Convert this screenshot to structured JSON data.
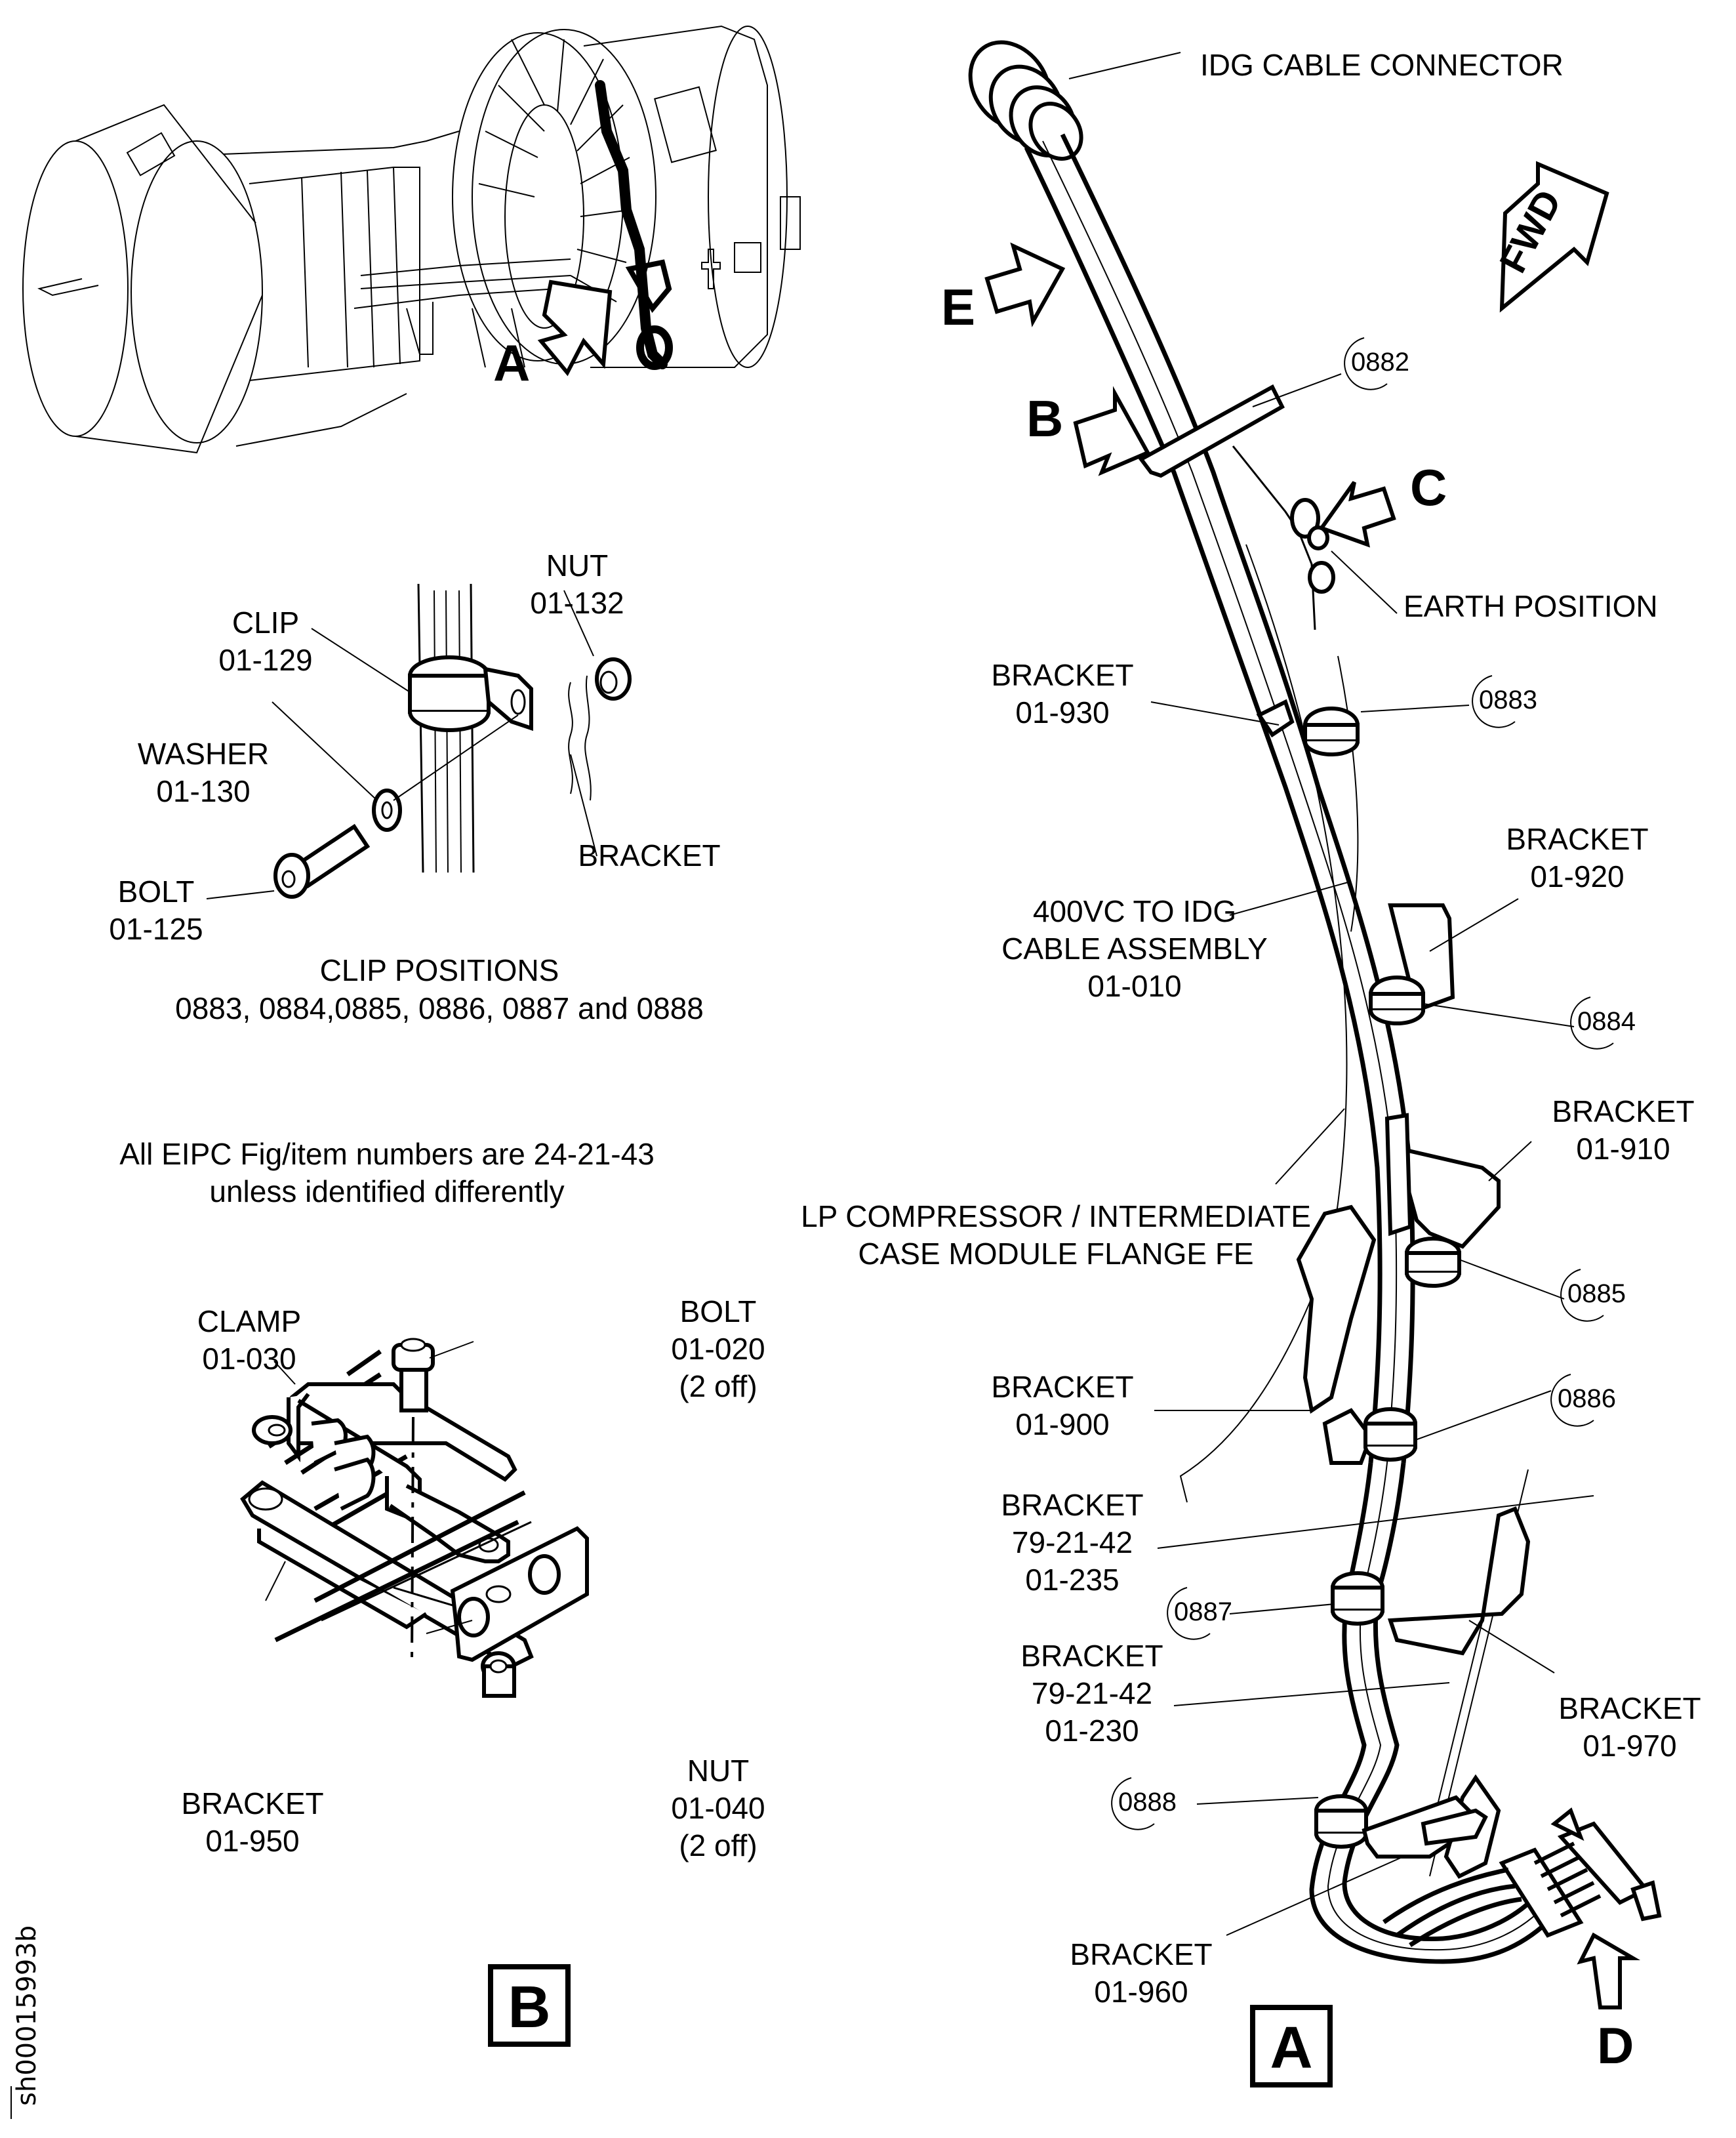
{
  "figure": {
    "sheet_id": "sh00015993b",
    "general_note": {
      "line1": "All EIPC Fig/item numbers are 24-21-43",
      "line2": "unless identified differently"
    },
    "overview": {
      "view_arrow_label": "A"
    },
    "detail_clip": {
      "nut": {
        "name": "NUT",
        "ref": "01-132"
      },
      "clip": {
        "name": "CLIP",
        "ref": "01-129"
      },
      "washer": {
        "name": "WASHER",
        "ref": "01-130"
      },
      "bolt": {
        "name": "BOLT",
        "ref": "01-125"
      },
      "bracket": {
        "name": "BRACKET"
      },
      "caption_line1": "CLIP POSITIONS",
      "caption_line2": "0883, 0884,0885, 0886, 0887 and 0888"
    },
    "detail_b": {
      "view_label": "B",
      "clamp": {
        "name": "CLAMP",
        "ref": "01-030"
      },
      "bolt": {
        "name": "BOLT",
        "ref": "01-020",
        "qty": "(2 off)"
      },
      "bracket": {
        "name": "BRACKET",
        "ref": "01-950"
      },
      "nut": {
        "name": "NUT",
        "ref": "01-040",
        "qty": "(2 off)"
      }
    },
    "detail_a": {
      "view_label": "A",
      "fwd_label": "FWD",
      "idg_connector": "IDG CABLE CONNECTOR",
      "arrows": {
        "e": "E",
        "b": "B",
        "c": "C",
        "d": "D"
      },
      "earth_position": "EARTH POSITION",
      "cable_assembly": {
        "line1": "400VC TO IDG",
        "line2": "CABLE ASSEMBLY",
        "ref": "01-010"
      },
      "flange": {
        "line1": "LP COMPRESSOR / INTERMEDIATE",
        "line2": "CASE MODULE FLANGE FE"
      },
      "brackets": [
        {
          "name": "BRACKET",
          "ref": "01-930"
        },
        {
          "name": "BRACKET",
          "ref": "01-920"
        },
        {
          "name": "BRACKET",
          "ref": "01-910"
        },
        {
          "name": "BRACKET",
          "ref": "01-900"
        },
        {
          "name": "BRACKET",
          "chapter": "79-21-42",
          "ref": "01-235"
        },
        {
          "name": "BRACKET",
          "chapter": "79-21-42",
          "ref": "01-230"
        },
        {
          "name": "BRACKET",
          "ref": "01-970"
        },
        {
          "name": "BRACKET",
          "ref": "01-960"
        }
      ],
      "positions": [
        "0882",
        "0883",
        "0884",
        "0885",
        "0886",
        "0887",
        "0888"
      ]
    }
  }
}
